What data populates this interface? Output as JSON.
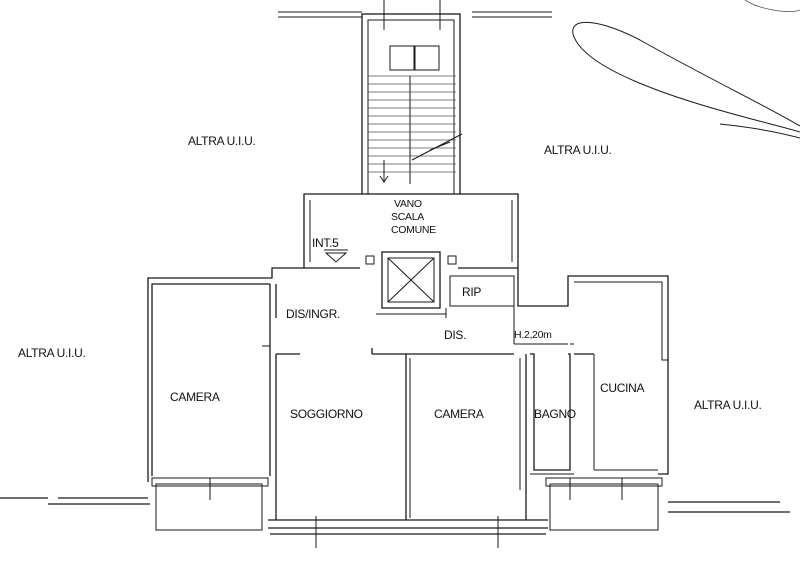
{
  "labels": {
    "altra_top_left": "ALTRA U.I.U.",
    "altra_top_right": "ALTRA U.I.U.",
    "altra_mid_left": "ALTRA U.I.U.",
    "altra_mid_right": "ALTRA U.I.U.",
    "vano_line1": "VANO",
    "vano_line2": "SCALA",
    "vano_line3": "COMUNE",
    "int": "INT.5",
    "rip": "RIP",
    "dis_ingr": "DIS/INGR.",
    "dis": "DIS.",
    "height": "H.2,20m",
    "camera_left": "CAMERA",
    "soggiorno": "SOGGIORNO",
    "camera_right": "CAMERA",
    "bagno": "BAGNO",
    "cucina": "CUCINA"
  }
}
